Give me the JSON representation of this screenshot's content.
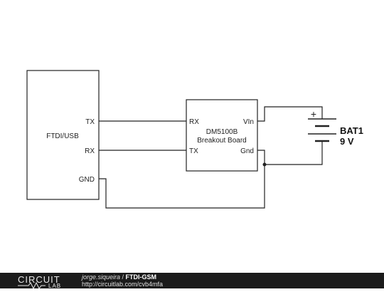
{
  "ftdi": {
    "label": "FTDI/USB",
    "pin_tx": "TX",
    "pin_rx": "RX",
    "pin_gnd": "GND"
  },
  "dm5100b": {
    "label_line1": "DM5100B",
    "label_line2": "Breakout Board",
    "pin_rx": "RX",
    "pin_tx": "TX",
    "pin_vin": "VIn",
    "pin_gnd": "Gnd"
  },
  "battery": {
    "name": "BAT1",
    "value": "9 V",
    "plus": "+"
  },
  "footer": {
    "logo_top": "CIRCUIT",
    "logo_bottom": "LAB",
    "author": "jorge.siqueira",
    "separator": " / ",
    "project": "FTDI-GSM",
    "url": "http://circuitlab.com/cvb4mfa"
  }
}
